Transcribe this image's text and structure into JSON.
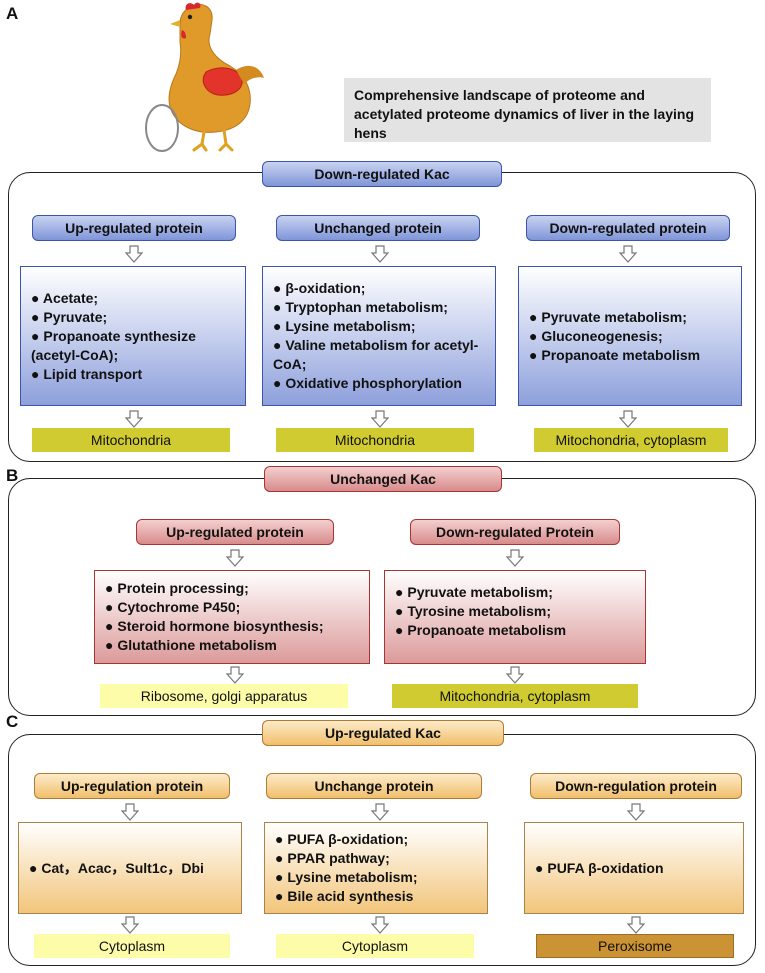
{
  "labels": {
    "a": "A",
    "b": "B",
    "c": "C"
  },
  "title": "Comprehensive landscape of proteome and acetylated proteome dynamics of liver in the laying hens",
  "icons": {
    "hen": "hen-illustration",
    "egg": "egg-outline",
    "arrow": "hollow-down-arrow"
  },
  "colors": {
    "blue": "#7f95d8",
    "red": "#d88b8b",
    "orange": "#f1bf6c",
    "olive": "#d0cb30",
    "yellow": "#fdfca8",
    "brown": "#cc9334"
  },
  "panelA": {
    "header": "Down-regulated Kac",
    "cols": [
      {
        "header": "Up-regulated protein",
        "items": [
          "Acetate;",
          "Pyruvate;",
          "Propanoate synthesize (acetyl-CoA);",
          "Lipid transport"
        ],
        "location": "Mitochondria"
      },
      {
        "header": "Unchanged protein",
        "items": [
          "β-oxidation;",
          "Tryptophan metabolism;",
          "Lysine metabolism;",
          "Valine metabolism for acetyl-CoA;",
          "Oxidative phosphorylation"
        ],
        "location": "Mitochondria"
      },
      {
        "header": "Down-regulated protein",
        "items": [
          "Pyruvate metabolism;",
          "Gluconeogenesis;",
          "Propanoate metabolism"
        ],
        "location": "Mitochondria, cytoplasm"
      }
    ]
  },
  "panelB": {
    "header": "Unchanged Kac",
    "cols": [
      {
        "header": "Up-regulated protein",
        "items": [
          "Protein processing;",
          "Cytochrome P450;",
          "Steroid hormone biosynthesis;",
          "Glutathione metabolism"
        ],
        "location": "Ribosome, golgi apparatus"
      },
      {
        "header": "Down-regulated Protein",
        "items": [
          "Pyruvate metabolism;",
          "Tyrosine metabolism;",
          "Propanoate metabolism"
        ],
        "location": "Mitochondria, cytoplasm"
      }
    ]
  },
  "panelC": {
    "header": "Up-regulated Kac",
    "cols": [
      {
        "header": "Up-regulation protein",
        "items": [
          "Cat，Acac，Sult1c，Dbi"
        ],
        "location": "Cytoplasm"
      },
      {
        "header": "Unchange protein",
        "items": [
          "PUFA β-oxidation;",
          "PPAR pathway;",
          "Lysine metabolism;",
          "Bile acid synthesis"
        ],
        "location": "Cytoplasm"
      },
      {
        "header": "Down-regulation protein",
        "items": [
          "PUFA β-oxidation"
        ],
        "location": "Peroxisome"
      }
    ]
  }
}
